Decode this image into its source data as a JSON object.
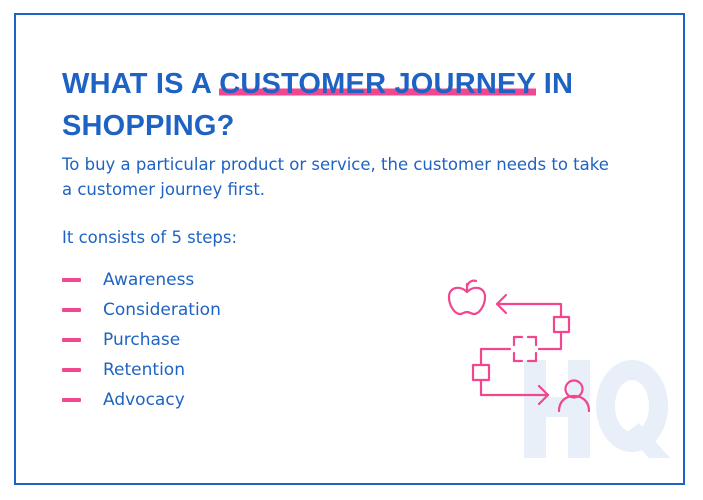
{
  "heading": {
    "before": "WHAT IS A ",
    "highlight": "CUSTOMER JOURNEY",
    "after": " IN SHOPPING?"
  },
  "intro": "To buy a particular product or service, the customer needs to take a customer journey first.",
  "lead": "It consists of 5 steps:",
  "steps": [
    "Awareness",
    "Consideration",
    "Purchase",
    "Retention",
    "Advocacy"
  ],
  "colors": {
    "primary": "#1e63c3",
    "accent": "#f0478f",
    "watermark": "#e8eff9"
  },
  "illustration": {
    "icons": [
      "apple-icon",
      "arrow-left-icon",
      "node-icon",
      "dashed-square-icon",
      "arrow-right-icon",
      "person-icon"
    ],
    "watermark_label": "HQ"
  }
}
